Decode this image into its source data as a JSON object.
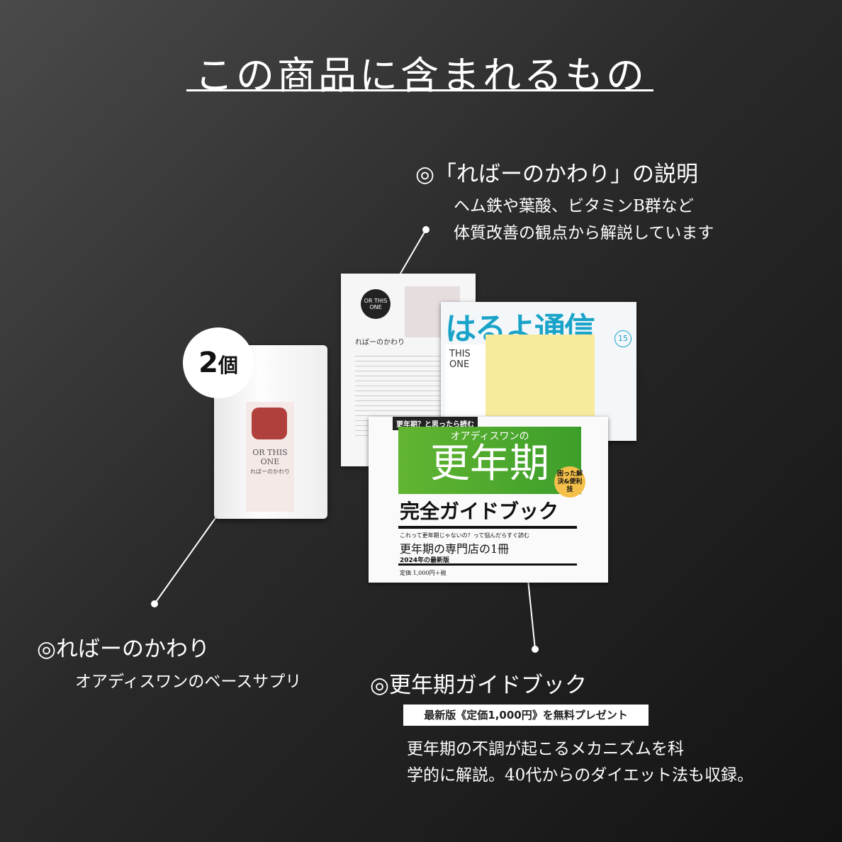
{
  "title": "この商品に含まれるもの",
  "items": [
    {
      "heading": "◎「ればーのかわり」の説明",
      "lines": [
        "ヘム鉄や葉酸、ビタミンB群など",
        "体質改善の観点から解説しています"
      ]
    },
    {
      "heading": "◎ればーのかわり",
      "lines": [
        "オアディスワンのベースサプリ"
      ]
    },
    {
      "heading": "◎更年期ガイドブック",
      "badge": "最新版《定価1,000円》を無料プレゼント",
      "lines": [
        "更年期の不調が起こるメカニズムを科",
        "学的に解説。40代からのダイエット法も収録。"
      ]
    }
  ],
  "quantity_badge": {
    "number": "2",
    "unit": "個"
  },
  "product": {
    "brand": "OR THIS ONE",
    "name": "ればーのかわり"
  },
  "newsletter": {
    "title": "はるよ通信",
    "issue": "15",
    "brand": "THIS ONE"
  },
  "guidebook": {
    "tag": "更年期？と思ったら読む",
    "sub": "オアディスワンの",
    "main": "更年期",
    "bubble": "困った解決&便利技",
    "heading": "完全ガイドブック",
    "tagline": "これって更年期じゃないの？って悩んだらすぐ読む",
    "title2": "更年期の専門店の1冊",
    "edition": "2024年の最新版",
    "price": "定価 1,000円＋税"
  },
  "colors": {
    "green": "#4caf2e",
    "cyan": "#1aa3c9",
    "bubble": "#f5c04a"
  }
}
